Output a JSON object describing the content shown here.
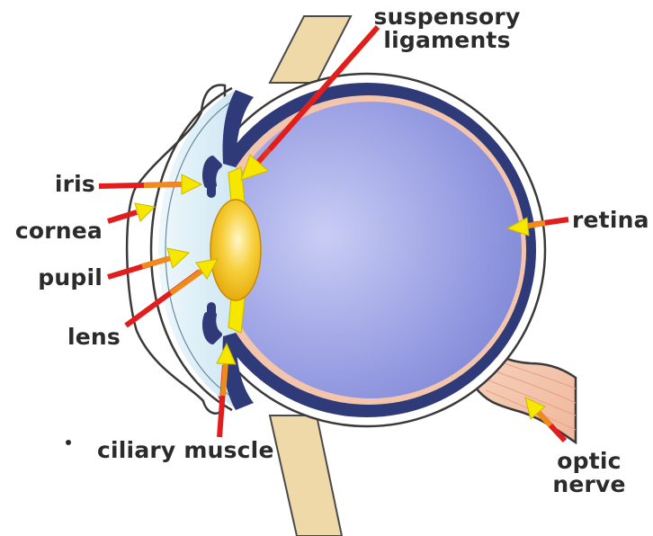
{
  "labels": {
    "suspensory_line1": "suspensory",
    "suspensory_line2": "ligaments",
    "iris": "iris",
    "cornea": "cornea",
    "pupil": "pupil",
    "lens": "lens",
    "ciliary_muscle": "ciliary muscle",
    "retina": "retina",
    "optic_line1": "optic",
    "optic_line2": "nerve"
  },
  "colors": {
    "vitreous": "#8f95de",
    "sclera": "#2f3a78",
    "retina": "#f4c5ad",
    "cornea": "#d9eef7",
    "lens": "#f2b400",
    "ligament": "#f7e600",
    "muscle_band": "#efd9a8",
    "arrow_tail": "#e32424",
    "arrow_head": "#f6e600",
    "text": "#2b2b2b"
  }
}
